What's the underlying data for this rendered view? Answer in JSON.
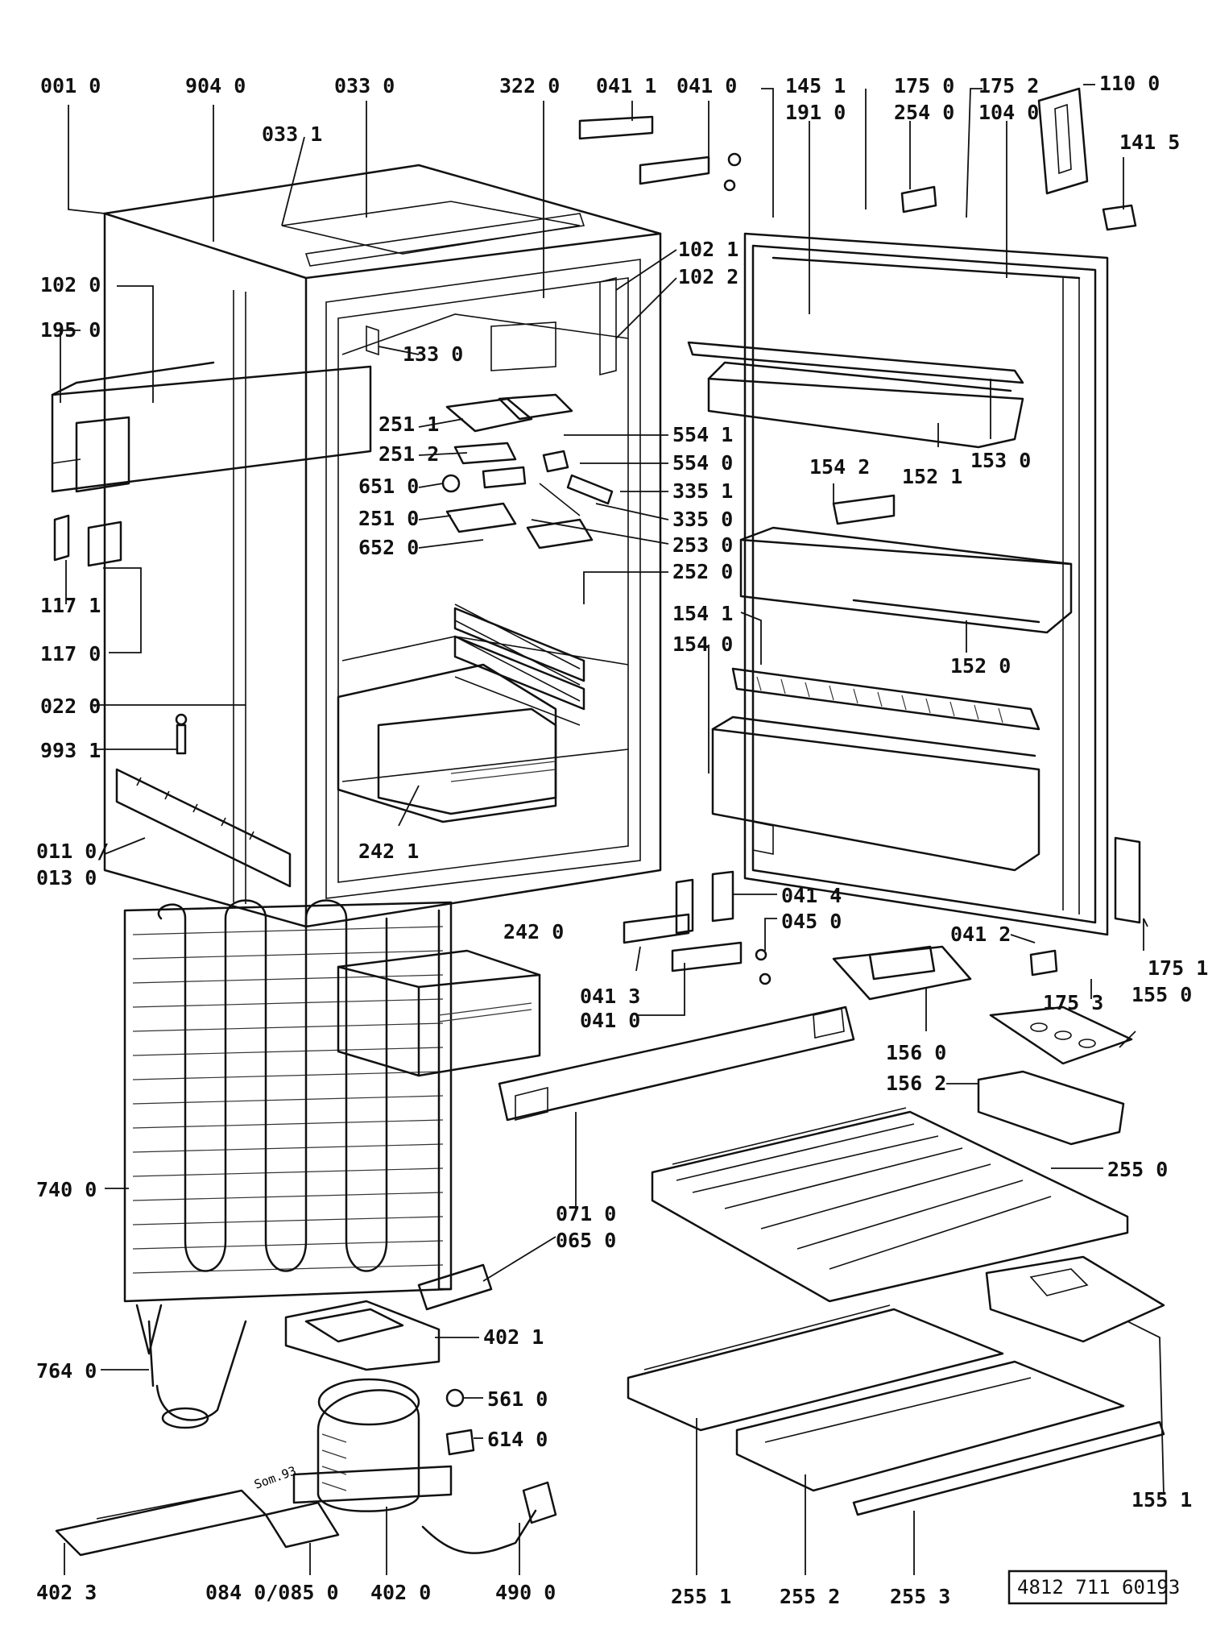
{
  "labels": {
    "l001_0": "001 0",
    "l904_0": "904 0",
    "l033_0": "033 0",
    "l322_0": "322 0",
    "l041_1": "041 1",
    "l041_0_top": "041 0",
    "l145_1": "145 1",
    "l191_0": "191 0",
    "l175_0": "175 0",
    "l254_0": "254 0",
    "l175_2": "175 2",
    "l104_0": "104 0",
    "l110_0": "110 0",
    "l141_5": "141 5",
    "l033_1": "033 1",
    "l102_1": "102 1",
    "l102_2": "102 2",
    "l102_0": "102 0",
    "l195_0": "195 0",
    "l133_0": "133 0",
    "l251_1": "251 1",
    "l251_2": "251 2",
    "l651_0": "651 0",
    "l251_0": "251 0",
    "l652_0": "652 0",
    "l554_1": "554 1",
    "l554_0": "554 0",
    "l335_1": "335 1",
    "l335_0": "335 0",
    "l253_0": "253 0",
    "l252_0": "252 0",
    "l154_2": "154 2",
    "l152_1": "152 1",
    "l153_0": "153 0",
    "l154_1": "154 1",
    "l154_0": "154 0",
    "l152_0": "152 0",
    "l117_1": "117 1",
    "l117_0": "117 0",
    "l022_0": "022 0",
    "l993_1": "993 1",
    "l242_1": "242 1",
    "l011_0": "011 0/",
    "l013_0": "013 0",
    "l041_4": "041 4",
    "l045_0": "045 0",
    "l041_2": "041 2",
    "l175_1": "175 1",
    "l175_3": "175 3",
    "l155_0": "155 0",
    "l242_0": "242 0",
    "l041_3": "041 3",
    "l041_0_bot": "041 0",
    "l156_0": "156 0",
    "l156_2": "156 2",
    "l255_0": "255 0",
    "l740_0": "740 0",
    "l071_0": "071 0",
    "l065_0": "065 0",
    "l402_1": "402 1",
    "l764_0": "764 0",
    "l561_0": "561 0",
    "l614_0": "614 0",
    "l155_1": "155 1",
    "l402_3": "402 3",
    "l084_0": "084 0/085 0",
    "l402_0": "402 0",
    "l490_0": "490 0",
    "l255_1": "255 1",
    "l255_2": "255 2",
    "l255_3": "255 3",
    "bracket_stamp": "Som.93"
  },
  "document_code": "4812 711 60193"
}
